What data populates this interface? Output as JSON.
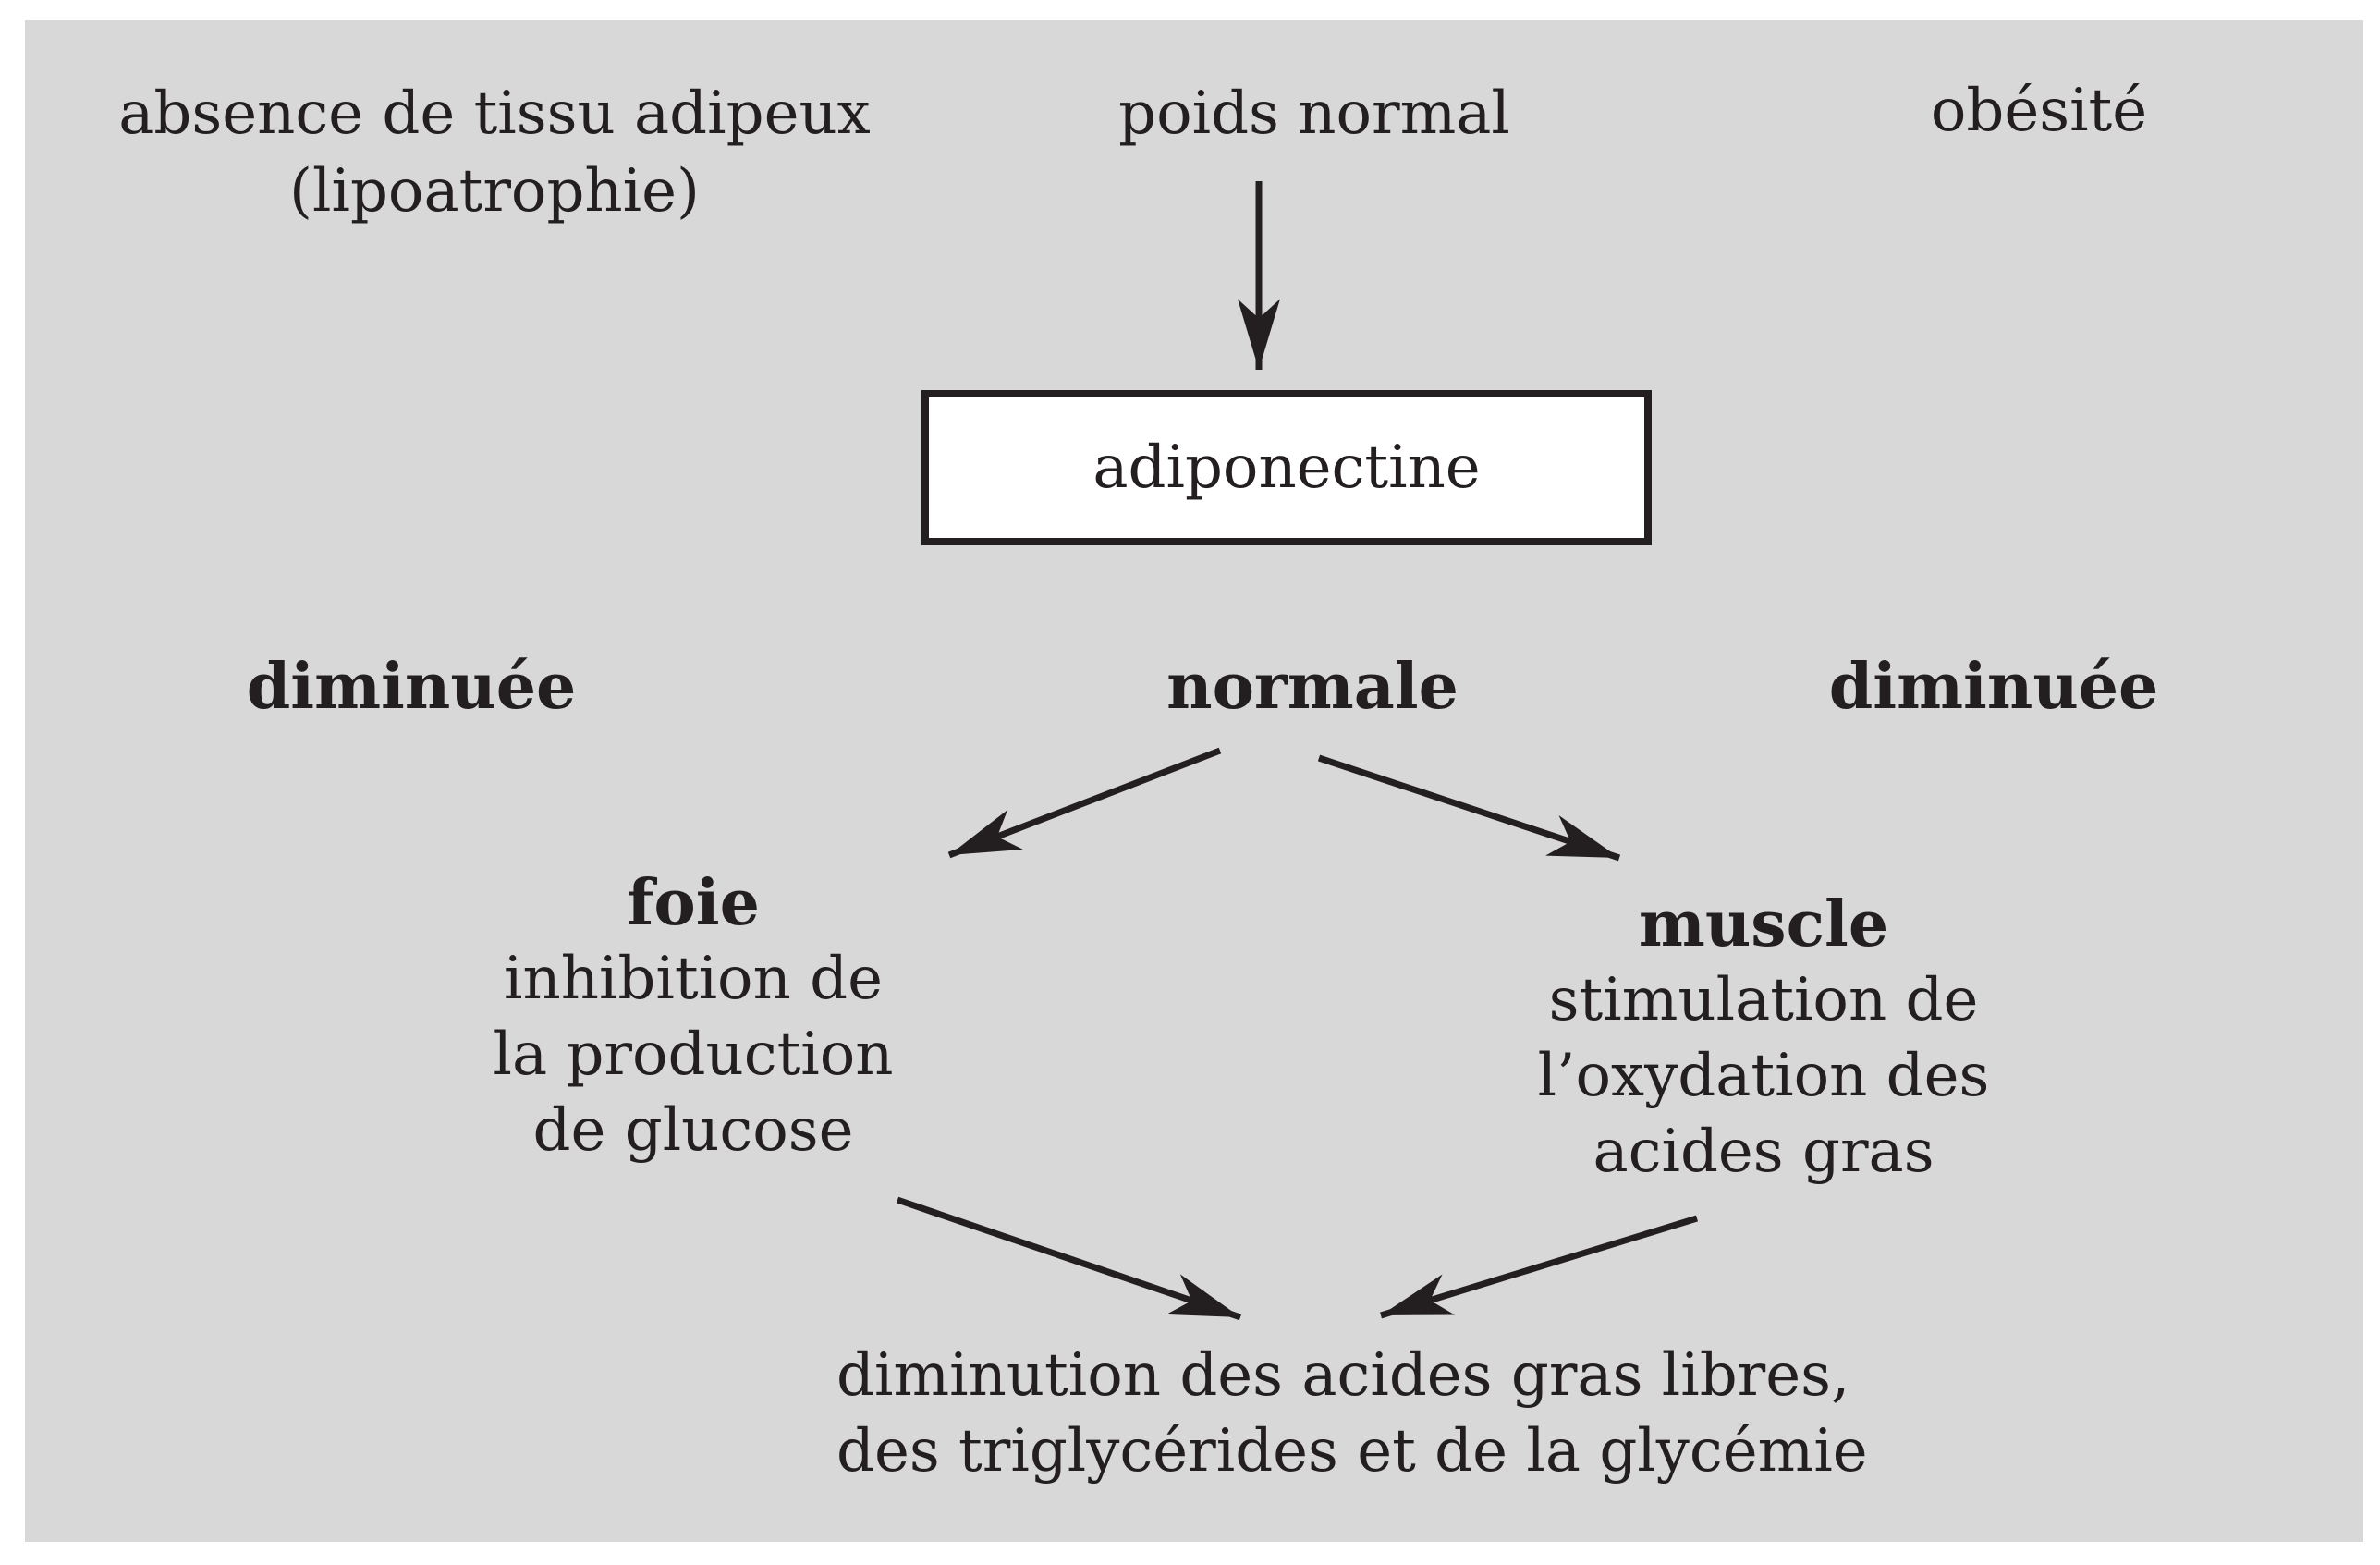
{
  "figure": {
    "top_labels": {
      "lipoatrophy_line1": "absence de tissu adipeux",
      "lipoatrophy_line2": "(lipoatrophie)",
      "normal_weight": "poids normal",
      "obesity": "obésité"
    },
    "hormone_box": "adiponectine",
    "level_labels": {
      "left": "diminuée",
      "center": "normale",
      "right": "diminuée"
    },
    "liver_block": {
      "title": "foie",
      "line1": "inhibition de",
      "line2": "la production",
      "line3": "de glucose"
    },
    "muscle_block": {
      "title": "muscle",
      "line1": "stimulation de",
      "line2": "l’oxydation des",
      "line3": "acides gras"
    },
    "outcome_block": {
      "line1": "diminution des acides gras libres,",
      "line2": "des triglycérides et de la glycémie"
    },
    "colors": {
      "panel_bg": "#d8d8d8",
      "ink": "#231f20",
      "box_fill": "#ffffff"
    }
  }
}
